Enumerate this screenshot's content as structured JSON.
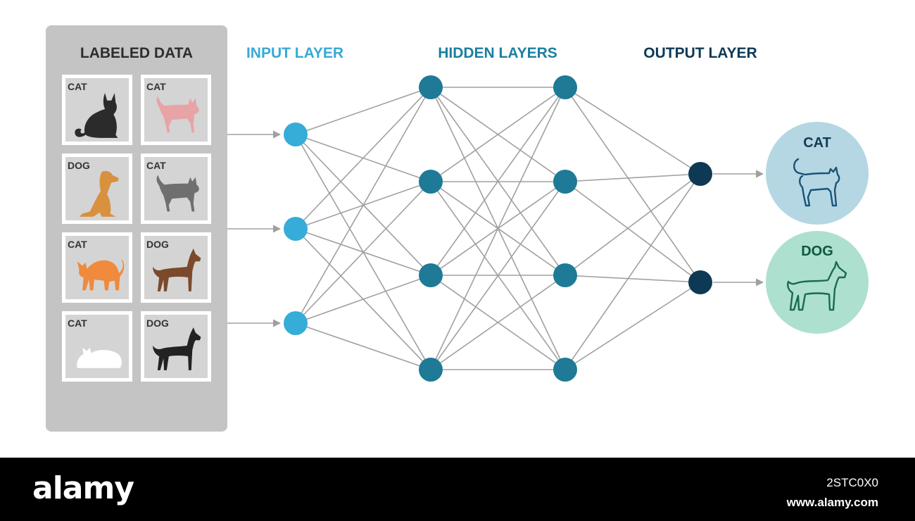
{
  "panel": {
    "title": "LABELED DATA",
    "items": [
      {
        "label": "CAT",
        "animal": "cat-sitting",
        "color": "#2b2b2b"
      },
      {
        "label": "CAT",
        "animal": "cat-walking",
        "color": "#e8a3a6"
      },
      {
        "label": "DOG",
        "animal": "dog-sitting",
        "color": "#d8913f"
      },
      {
        "label": "CAT",
        "animal": "cat-walking",
        "color": "#6f6f6f"
      },
      {
        "label": "CAT",
        "animal": "cat-arched",
        "color": "#f08a3c"
      },
      {
        "label": "DOG",
        "animal": "dog-standing",
        "color": "#7a4a2a"
      },
      {
        "label": "CAT",
        "animal": "cat-lying",
        "color": "#ffffff"
      },
      {
        "label": "DOG",
        "animal": "dog-standing",
        "color": "#222222"
      }
    ]
  },
  "headers": {
    "input": "INPUT LAYER",
    "hidden": "HIDDEN LAYERS",
    "output": "OUTPUT LAYER"
  },
  "outputs": [
    {
      "label": "CAT",
      "icon": "cat-outline-icon",
      "circle_color": "#b5d7e3",
      "text_color": "#123b55"
    },
    {
      "label": "DOG",
      "icon": "dog-outline-icon",
      "circle_color": "#ade0cf",
      "text_color": "#0f5640"
    }
  ],
  "colors": {
    "input_node": "#36acd8",
    "hidden_node": "#1e7a96",
    "output_node": "#0e3954",
    "edge": "#a0a0a0",
    "panel": "#c4c4c4",
    "input_header": "#38a9d6",
    "hidden_header": "#1b7fa0",
    "output_header": "#0e3954"
  },
  "footer": {
    "brand": "alamy",
    "image_id": "2STC0X0",
    "site": "www.alamy.com"
  }
}
